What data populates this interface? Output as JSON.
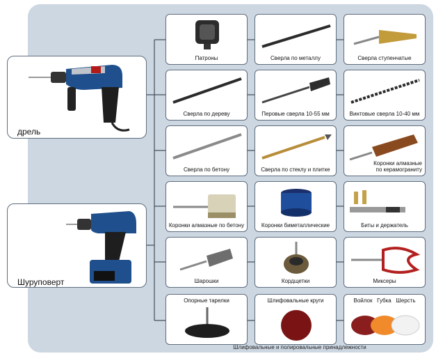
{
  "tools": {
    "drill": "дрель",
    "screwdriver": "Шуруповерт"
  },
  "cards": {
    "r0": [
      "Патроны",
      "Сверла по металлу",
      "Сверла ступенчатые"
    ],
    "r1": [
      "Сверла по дереву",
      "Перовые сверла 10-55 мм",
      "Винтовые сверла 10-40 мм"
    ],
    "r2": [
      "Сверла по бетону",
      "Сверла по стеклу и плитке",
      "Коронки алмазные",
      "по керамограниту"
    ],
    "r3": [
      "Коронки алмазные по бетону",
      "Коронки биметаллические",
      "Биты и держатель"
    ],
    "r4": [
      "Шарошки",
      "Кордщетки",
      "Миксеры"
    ],
    "r5": [
      "Опорные тарелки",
      "Шлифовальные круги",
      "Войлок",
      "Губка",
      "Шерсть"
    ]
  },
  "caption": "Шлифовальные и полировальные принадлежности"
}
